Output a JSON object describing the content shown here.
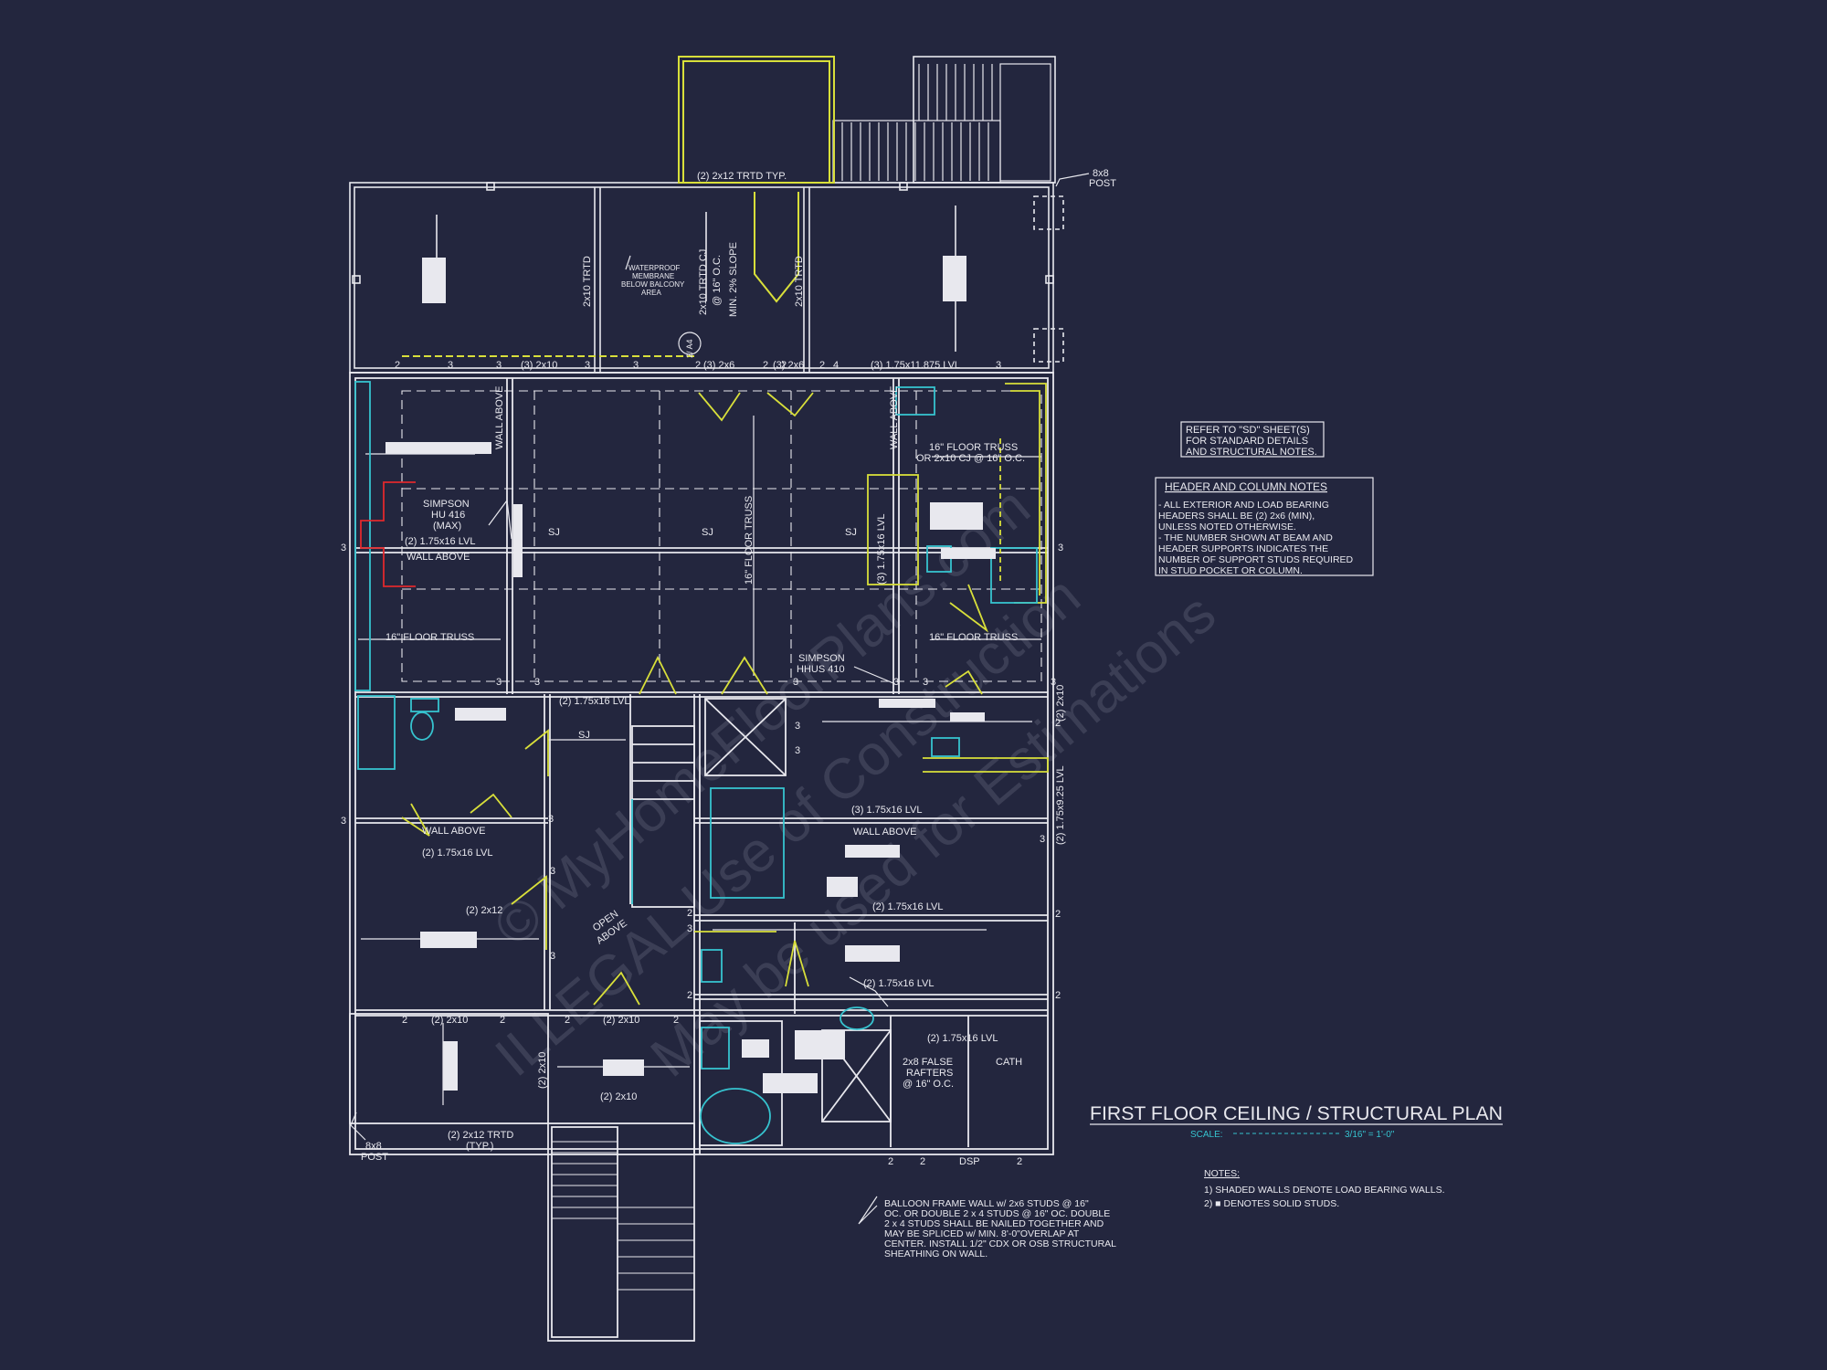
{
  "colors": {
    "background": "#23263e",
    "linework": "#e8e8ee",
    "accent_yellow": "#d8df3a",
    "accent_cyan": "#36c3cf",
    "accent_red": "#e0282c",
    "watermark": "#6a6d82"
  },
  "title_block": {
    "title": "FIRST FLOOR CEILING / STRUCTURAL PLAN",
    "scale_label": "SCALE:",
    "scale_value": "3/16\" = 1'-0\""
  },
  "notes": {
    "header": "NOTES:",
    "items": [
      "1) SHADED WALLS DENOTE LOAD BEARING WALLS.",
      "2) ■ DENOTES SOLID STUDS."
    ]
  },
  "refer_note": {
    "lines": [
      "REFER TO \"SD\" SHEET(S)",
      "FOR STANDARD DETAILS",
      "AND STRUCTURAL NOTES."
    ]
  },
  "header_column_notes": {
    "title": "HEADER AND COLUMN NOTES",
    "lines": [
      "- ALL EXTERIOR AND LOAD BEARING",
      "HEADERS SHALL BE (2) 2x6 (MIN),",
      "UNLESS NOTED OTHERWISE.",
      "- THE NUMBER SHOWN AT BEAM AND",
      "HEADER SUPPORTS INDICATES THE",
      "NUMBER OF SUPPORT STUDS REQUIRED",
      "IN STUD POCKET OR COLUMN."
    ]
  },
  "balloon_note": {
    "lines": [
      "BALLOON FRAME WALL w/ 2x6 STUDS @ 16\"",
      "OC. OR DOUBLE 2 x 4 STUDS @ 16\" OC. DOUBLE",
      "2 x 4 STUDS SHALL BE NAILED TOGETHER AND",
      "MAY BE SPLICED w/ MIN. 8'-0\"OVERLAP AT",
      "CENTER. INSTALL 1/2\" CDX OR OSB STRUCTURAL",
      "SHEATHING ON WALL."
    ]
  },
  "watermark": {
    "lines": [
      "© MyHomeFloorPlans.com",
      "ILLEGAL Use of Construction",
      "May be used for Estimations"
    ]
  },
  "labels": {
    "top_beam": "(2) 2x12 TRTD TYP.",
    "post_top": [
      "8x8",
      "POST"
    ],
    "post_bottom": [
      "8x8",
      "POST"
    ],
    "trtd_left": "2x10 TRTD",
    "trtd_right": "2x10 TRTD",
    "membrane": [
      "WATERPROOF",
      "MEMBRANE",
      "BELOW BALCONY",
      "AREA"
    ],
    "cj": [
      "2x10 TRTD CJ",
      "@ 16\" O.C."
    ],
    "slope": "MIN. 2% SLOPE",
    "beam_2x10_top": "(3) 2x10",
    "beam_2x6_a": "(3) 2x6",
    "beam_2x6_b": "(3) 2x6",
    "beam_lvl_top": "(3) 1.75x11.875 LVL",
    "wall_above_v1": "WALL ABOVE",
    "wall_above_v2": "WALL ABOVE",
    "floor_truss_ne": [
      "16\" FLOOR TRUSS",
      "OR 2x10 CJ @ 16\" O.C."
    ],
    "simpson_hu": [
      "SIMPSON",
      "HU 416",
      "(MAX)"
    ],
    "lvl_w": "(2) 1.75x16 LVL",
    "wall_above_w": "WALL ABOVE",
    "sj": "SJ",
    "floor_truss_center": "16\" FLOOR TRUSS",
    "lvl_vertical_e": "(3) 1.75x16 LVL",
    "floor_truss_sw": "16\" FLOOR TRUSS",
    "floor_truss_se": "16\" FLOOR TRUSS",
    "simpson_hhus": [
      "SIMPSON",
      "HHUS 410"
    ],
    "lvl_mid": "(2) 1.75x16 LVL",
    "lvl_3_center": "(3) 1.75x16 LVL",
    "wall_above_center": "WALL ABOVE",
    "wall_above_left": "WALL ABOVE",
    "lvl_left_2": "(2) 1.75x16 LVL",
    "x2x12": "(2) 2x12",
    "open_above": [
      "OPEN",
      "ABOVE"
    ],
    "lvl_center_2": "(2) 1.75x16 LVL",
    "lvl_lower_2": "(2) 1.75x16 LVL",
    "lvl_bottom_r": "(2) 1.75x16 LVL",
    "x2x10_a": "(2) 2x10",
    "x2x10_b": "(2) 2x10",
    "x2x10_c": "(2) 2x10",
    "x2x10_v": "(2) 2x10",
    "x2x12_trtd": [
      "(2) 2x12 TRTD",
      "(TYP.)"
    ],
    "false_rafters": [
      "2x8 FALSE",
      "RAFTERS",
      "@ 16\" O.C."
    ],
    "cath": "CATH",
    "dsp": "DSP",
    "right_2x10": "(2) 2x10",
    "right_lvl": "(2) 1.75x9.25 LVL",
    "detail_tag": "2/ A4"
  },
  "stud_counts": {
    "top_row": [
      "2",
      "3",
      "3",
      "3",
      "3",
      "2",
      "2",
      "2",
      "2",
      "4",
      "3"
    ],
    "left_col": [
      "3",
      "3"
    ],
    "right_col": [
      "3",
      "3",
      "2",
      "2",
      "2",
      "3"
    ],
    "bottom_row": [
      "2",
      "2",
      "2",
      "2",
      "2",
      "2",
      "2"
    ],
    "mid_misc": [
      "3",
      "3",
      "3",
      "3",
      "3",
      "3",
      "3",
      "2",
      "3",
      "2",
      "3",
      "3",
      "3"
    ]
  }
}
